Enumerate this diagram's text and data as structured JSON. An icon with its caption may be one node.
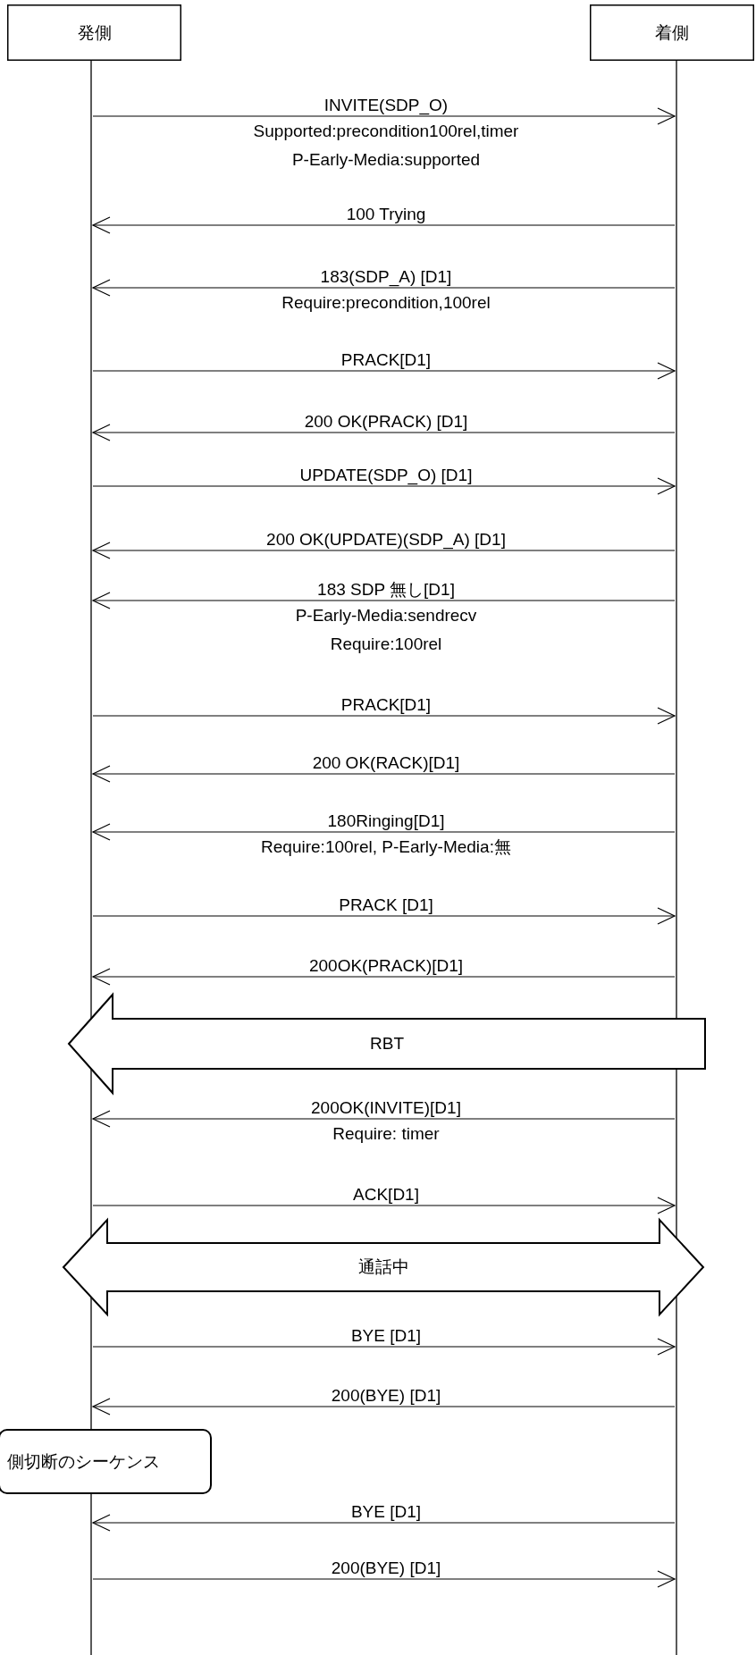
{
  "diagram": {
    "nodes": [
      {
        "text": [
          "発側"
        ]
      },
      {
        "text": [
          "着側"
        ]
      },
      {
        "text": [
          "RBT"
        ]
      },
      {
        "text": [
          "通話中"
        ]
      },
      {
        "text": [
          "側切断のシーケンス"
        ]
      },
      {
        "text": [],
        "shape": "line"
      },
      {
        "text": [],
        "shape": "line"
      }
    ],
    "edges": [
      {
        "from": 5,
        "to": 6,
        "arrow": "to",
        "label": "INVITE(SDP_O)"
      },
      {
        "from": 6,
        "to": 5,
        "arrow": "to",
        "label": "100 Trying"
      },
      {
        "from": 6,
        "to": 5,
        "arrow": "to",
        "label": "183(SDP_A) [D1]"
      },
      {
        "from": 5,
        "to": 6,
        "arrow": "to",
        "label": "PRACK[D1]"
      },
      {
        "from": 6,
        "to": 5,
        "arrow": "to",
        "label": "200 OK(PRACK) [D1]"
      },
      {
        "from": 5,
        "to": 6,
        "arrow": "to",
        "label": "UPDATE(SDP_O) [D1]"
      },
      {
        "from": 6,
        "to": 5,
        "arrow": "to",
        "label": "200 OK(UPDATE)(SDP_A) [D1]"
      },
      {
        "from": 6,
        "to": 5,
        "arrow": "to",
        "label": "183 SDP 無し[D1]"
      },
      {
        "from": 5,
        "to": 6,
        "arrow": "to",
        "label": "PRACK[D1]"
      },
      {
        "from": 6,
        "to": 5,
        "arrow": "to",
        "label": "200 OK(RACK)[D1]"
      },
      {
        "from": 6,
        "to": 5,
        "arrow": "to",
        "label": "180Ringing[D1]"
      },
      {
        "from": 5,
        "to": 6,
        "arrow": "to",
        "label": "PRACK [D1]"
      },
      {
        "from": 6,
        "to": 5,
        "arrow": "to",
        "label": "200OK(PRACK)[D1]"
      },
      {
        "from": 6,
        "to": 5,
        "arrow": "to",
        "style": "thick"
      },
      {
        "from": 6,
        "to": 5,
        "arrow": "to",
        "label": "200OK(INVITE)[D1]"
      },
      {
        "from": 5,
        "to": 6,
        "arrow": "to",
        "label": "ACK[D1]"
      },
      {
        "from": 5,
        "to": 6,
        "arrow": "both",
        "style": "thick"
      },
      {
        "from": 5,
        "to": 6,
        "arrow": "to",
        "label": "BYE [D1]"
      },
      {
        "from": 6,
        "to": 5,
        "arrow": "to",
        "label": "200(BYE) [D1]"
      },
      {
        "from": 6,
        "to": 5,
        "arrow": "to",
        "label": "BYE [D1]"
      },
      {
        "from": 5,
        "to": 6,
        "arrow": "to",
        "label": "200(BYE) [D1]"
      }
    ],
    "labels": [
      "Supported:precondition100rel,timer",
      "P-Early-Media:supported",
      "Require:precondition,100rel",
      "P-Early-Media:sendrecv",
      "Require:100rel",
      "Require:100rel, P-Early-Media:無",
      "Require: timer"
    ]
  }
}
